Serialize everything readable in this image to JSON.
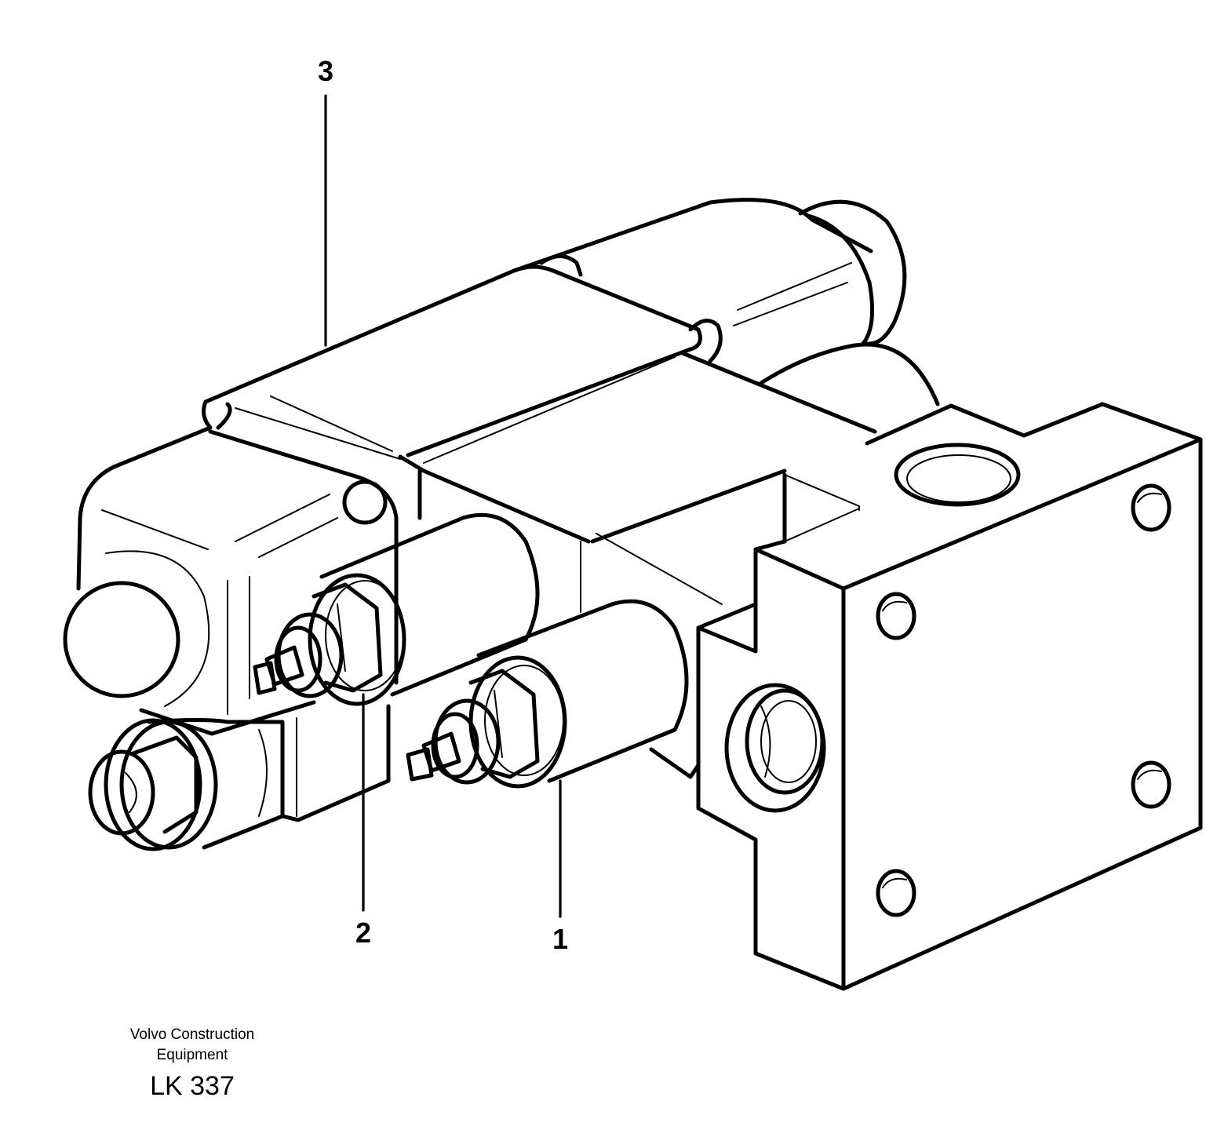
{
  "diagram": {
    "callouts": [
      {
        "id": "3",
        "label": "3"
      },
      {
        "id": "2",
        "label": "2"
      },
      {
        "id": "1",
        "label": "1"
      }
    ]
  },
  "footer": {
    "company_line1": "Volvo Construction",
    "company_line2": "Equipment",
    "drawing_code": "LK 337"
  }
}
